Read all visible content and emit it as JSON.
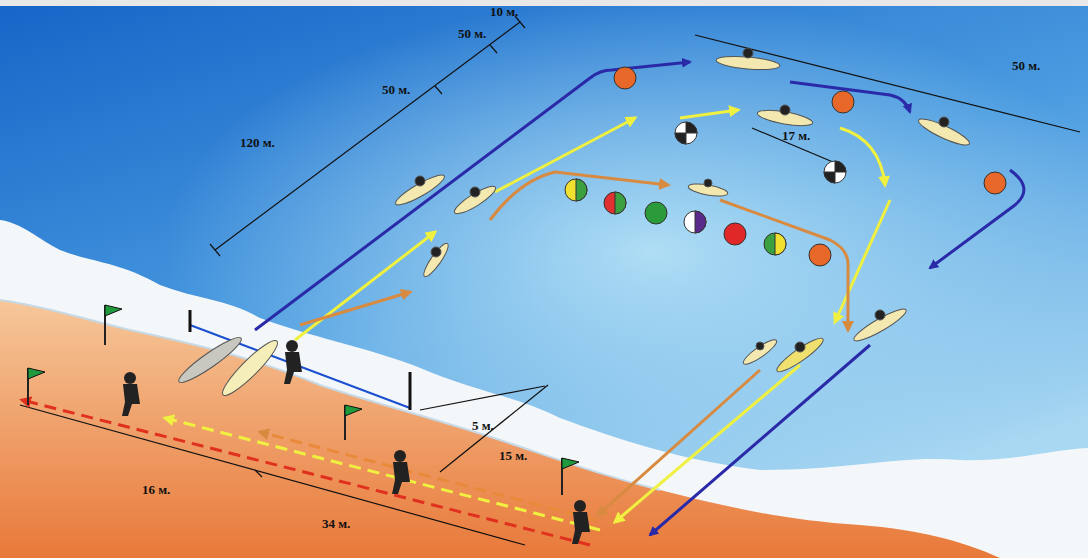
{
  "diagram": {
    "labels": [
      "10 м.",
      "50 м.",
      "50 м.",
      "120 м.",
      "50 м.",
      "17 м.",
      "5 м.",
      "15 м.",
      "16 м.",
      "34 м."
    ]
  }
}
